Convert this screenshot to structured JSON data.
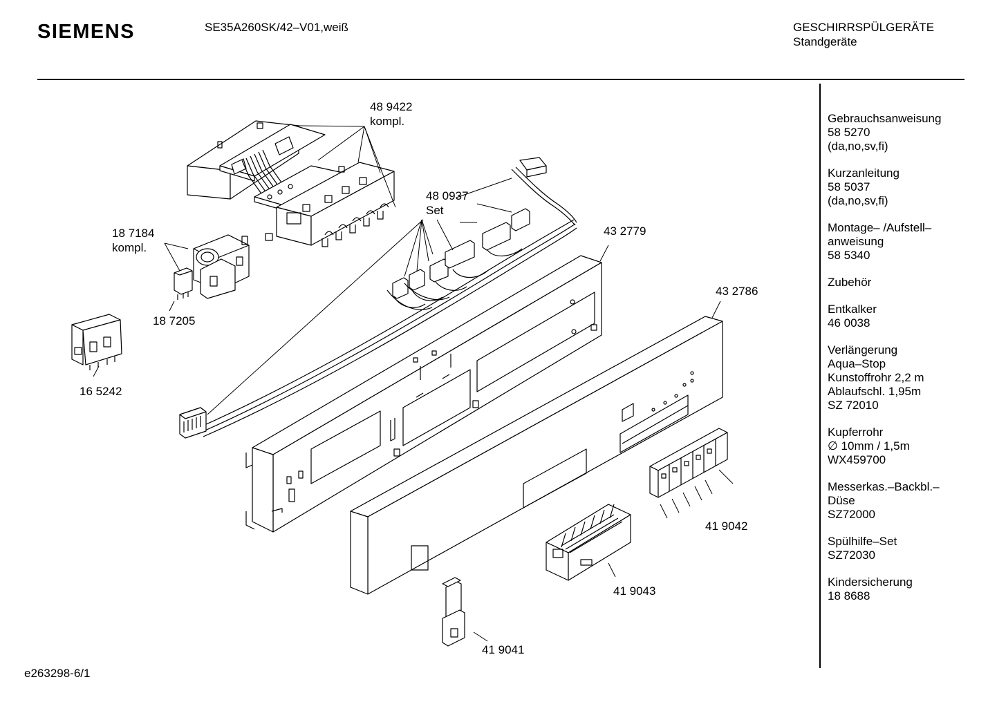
{
  "header": {
    "brand": "SIEMENS",
    "model": "SE35A260SK/42–V01,weiß",
    "category_line1": "GESCHIRRSPÜLGERÄTE",
    "category_line2": "Standgeräte"
  },
  "footer": {
    "drawing_id": "e263298-6/1"
  },
  "sidebar": [
    [
      "Gebrauchsanweisung",
      "58 5270",
      "(da,no,sv,fi)"
    ],
    [
      "Kurzanleitung",
      "58 5037",
      "(da,no,sv,fi)"
    ],
    [
      "Montage– /Aufstell–",
      "anweisung",
      "58 5340"
    ],
    [
      "Zubehör"
    ],
    [
      "Entkalker",
      "46 0038"
    ],
    [
      "Verlängerung",
      "Aqua–Stop",
      "Kunstoffrohr 2,2 m",
      "Ablaufschl. 1,95m",
      "SZ 72010"
    ],
    [
      "Kupferrohr",
      "∅ 10mm / 1,5m",
      "WX459700"
    ],
    [
      "Messerkas.–Backbl.–",
      "Düse",
      "SZ72000"
    ],
    [
      "Spülhilfe–Set",
      "SZ72030"
    ],
    [
      "Kindersicherung",
      "18 8688"
    ]
  ],
  "parts": {
    "p489422": {
      "number": "48 9422",
      "note": "kompl."
    },
    "p480937": {
      "number": "48 0937",
      "note": "Set"
    },
    "p187184": {
      "number": "18 7184",
      "note": "kompl."
    },
    "p187205": {
      "number": "18 7205"
    },
    "p165242": {
      "number": "16 5242"
    },
    "p432779": {
      "number": "43 2779"
    },
    "p432786": {
      "number": "43 2786"
    },
    "p419042": {
      "number": "41 9042"
    },
    "p419043": {
      "number": "41 9043"
    },
    "p419041": {
      "number": "41 9041"
    }
  }
}
